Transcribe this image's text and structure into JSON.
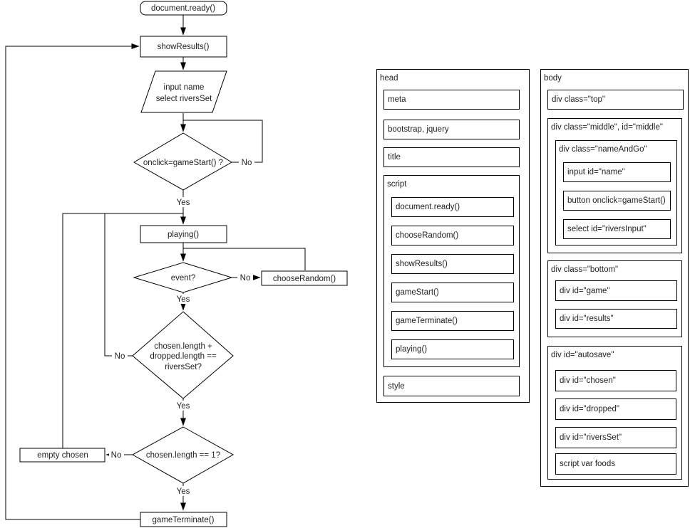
{
  "flowchart": {
    "nodes": {
      "document_ready": "document.ready()",
      "show_results": "showResults()",
      "io_line1": "input name",
      "io_line2": "select riversSet",
      "decision_onclick": "onclick=gameStart() ?",
      "playing": "playing()",
      "decision_event": "event?",
      "choose_random": "chooseRandom()",
      "decision_length_line1": "chosen.length +",
      "decision_length_line2": "dropped.length ==",
      "decision_length_line3": "riversSet?",
      "decision_chosen": "chosen.length == 1?",
      "empty_chosen": "empty chosen",
      "game_terminate": "gameTerminate()"
    },
    "branch_labels": {
      "yes": "Yes",
      "no": "No"
    },
    "colors": {
      "stroke": "#000000",
      "text": "#1f1f1f",
      "background": "#ffffff"
    }
  },
  "head_panel": {
    "label": "head",
    "meta": "meta",
    "libs": "bootstrap, jquery",
    "title": "title",
    "script": {
      "label": "script",
      "items": [
        "document.ready()",
        "chooseRandom()",
        "showResults()",
        "gameStart()",
        "gameTerminate()",
        "playing()"
      ]
    },
    "style": "style"
  },
  "body_panel": {
    "label": "body",
    "top": "div class=\"top\"",
    "middle": {
      "label": "div class=\"middle\", id=\"middle\"",
      "name_and_go": {
        "label": "div class=\"nameAndGo\"",
        "items": [
          "input id=\"name\"",
          "button onclick=gameStart()",
          "select id=\"riversInput\""
        ]
      }
    },
    "bottom": {
      "label": "div class=\"bottom\"",
      "items": [
        "div id=\"game\"",
        "div id=\"results\""
      ]
    },
    "autosave": {
      "label": "div id=\"autosave\"",
      "items": [
        "div id=\"chosen\"",
        "div id=\"dropped\"",
        "div id=\"riversSet\"",
        "script var foods"
      ]
    }
  }
}
